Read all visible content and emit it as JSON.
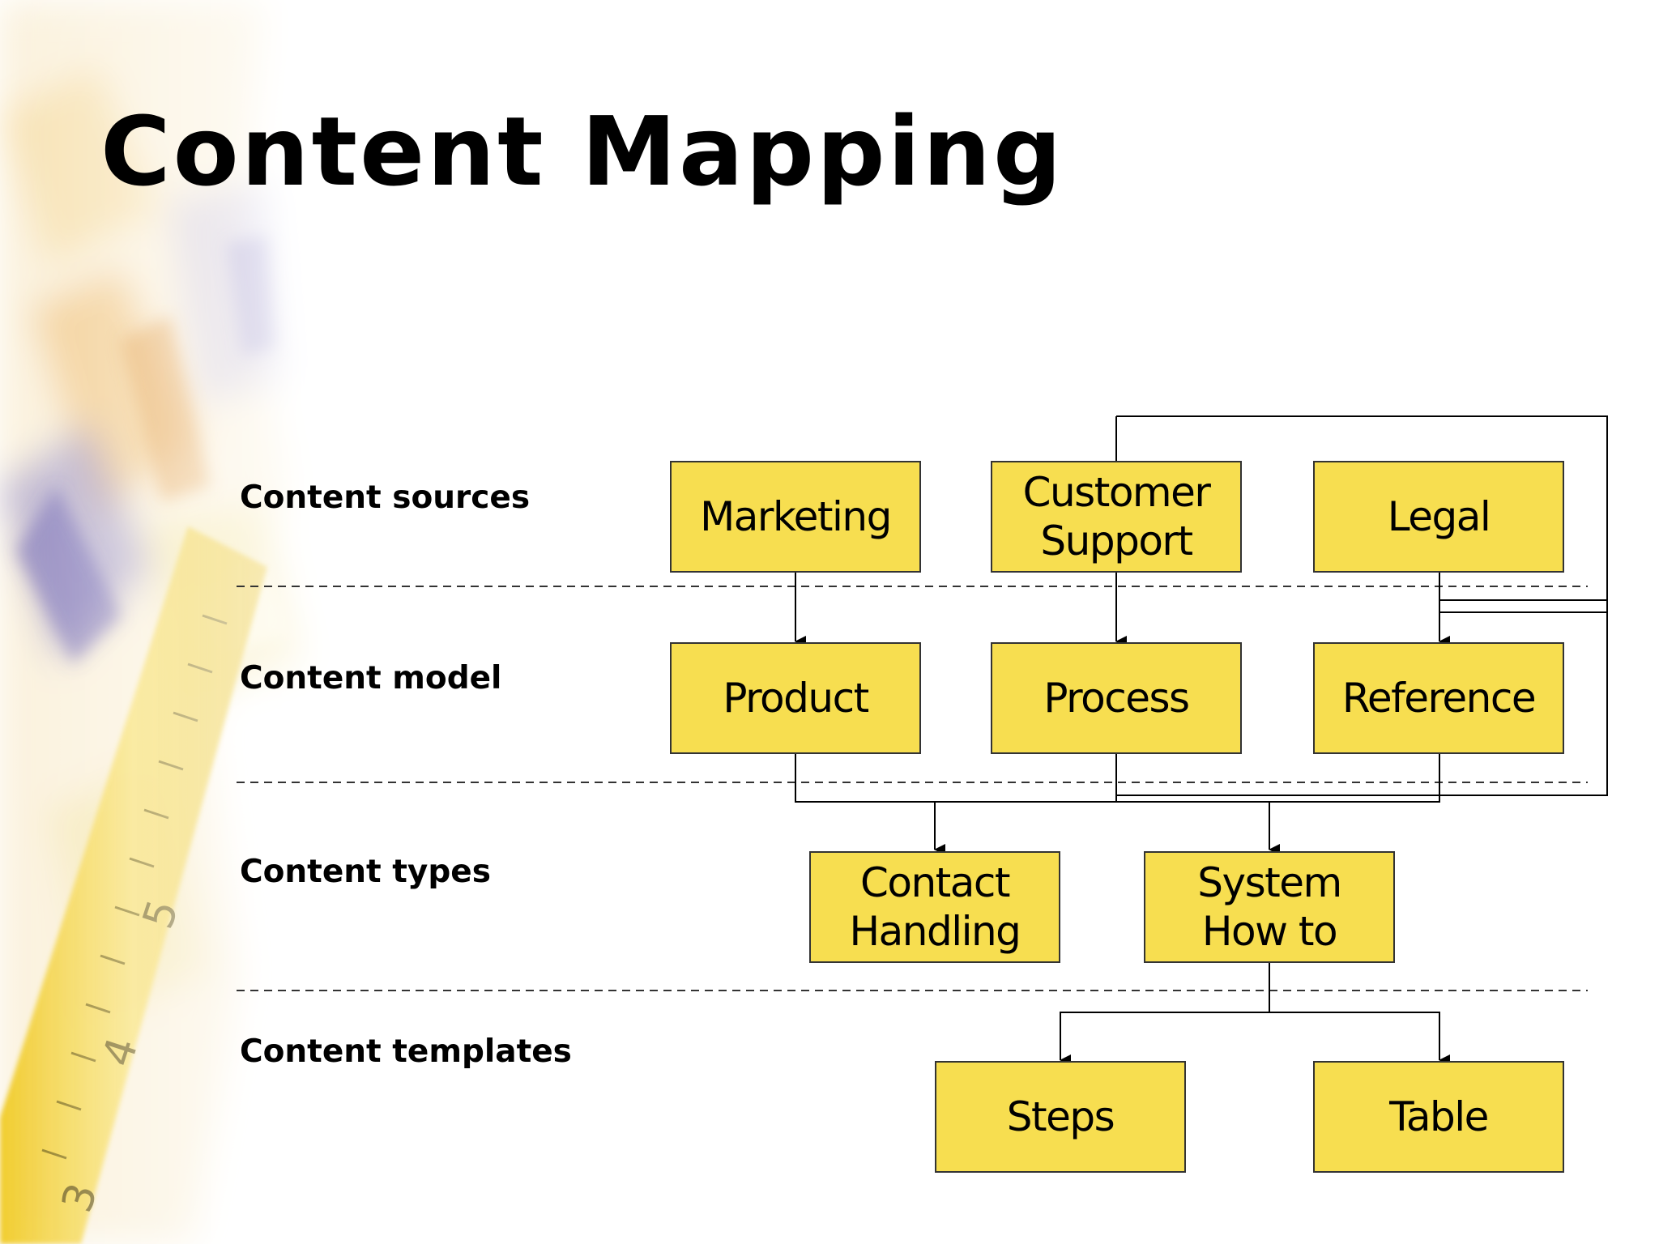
{
  "slide": {
    "title": "Content Mapping"
  },
  "rows": [
    {
      "id": "sources",
      "label": "Content sources"
    },
    {
      "id": "model",
      "label": "Content model"
    },
    {
      "id": "types",
      "label": "Content types"
    },
    {
      "id": "templates",
      "label": "Content templates"
    }
  ],
  "nodes": {
    "marketing": "Marketing",
    "customer_support": "Customer\nSupport",
    "legal": "Legal",
    "product": "Product",
    "process": "Process",
    "reference": "Reference",
    "contact_handling": "Contact\nHandling",
    "system_how_to": "System\nHow to",
    "steps": "Steps",
    "table": "Table"
  },
  "colors": {
    "node_fill": "#f7de50",
    "node_border": "#333333",
    "connector": "#000000",
    "divider": "#333333",
    "background": "#ffffff",
    "art_yellow": "#f3d43a",
    "art_purple": "#8c82c6",
    "art_orange": "#e6a14a"
  }
}
